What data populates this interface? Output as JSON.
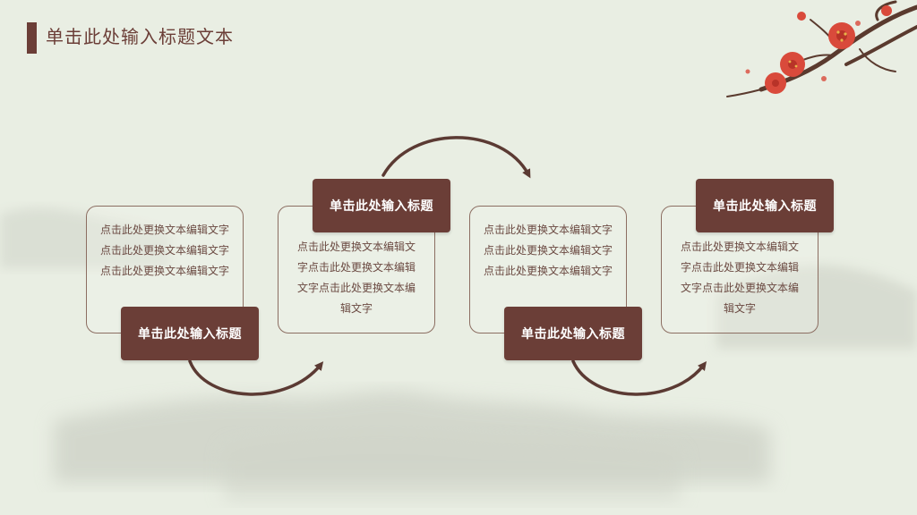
{
  "slide": {
    "title": "单击此处输入标题文本"
  },
  "steps": [
    {
      "tag": "单击此处输入标题",
      "text": "点击此处更换文本编辑文字点击此处更换文本编辑文字点击此处更换文本编辑文字"
    },
    {
      "tag": "单击此处输入标题",
      "text": "点击此处更换文本编辑文字点击此处更换文本编辑文字点击此处更换文本编辑文字"
    },
    {
      "tag": "单击此处输入标题",
      "text": "点击此处更换文本编辑文字点击此处更换文本编辑文字点击此处更换文本编辑文字"
    },
    {
      "tag": "单击此处输入标题",
      "text": "点击此处更换文本编辑文字点击此处更换文本编辑文字点击此处更换文本编辑文字"
    }
  ],
  "colors": {
    "accent": "#6b3e37",
    "background": "#e9eee3",
    "card_border": "#8c6e62",
    "text": "#6b4a42",
    "blossom": "#d94a3b"
  },
  "icons": [
    "plum-blossom-branch",
    "arrow-curve-icon"
  ]
}
